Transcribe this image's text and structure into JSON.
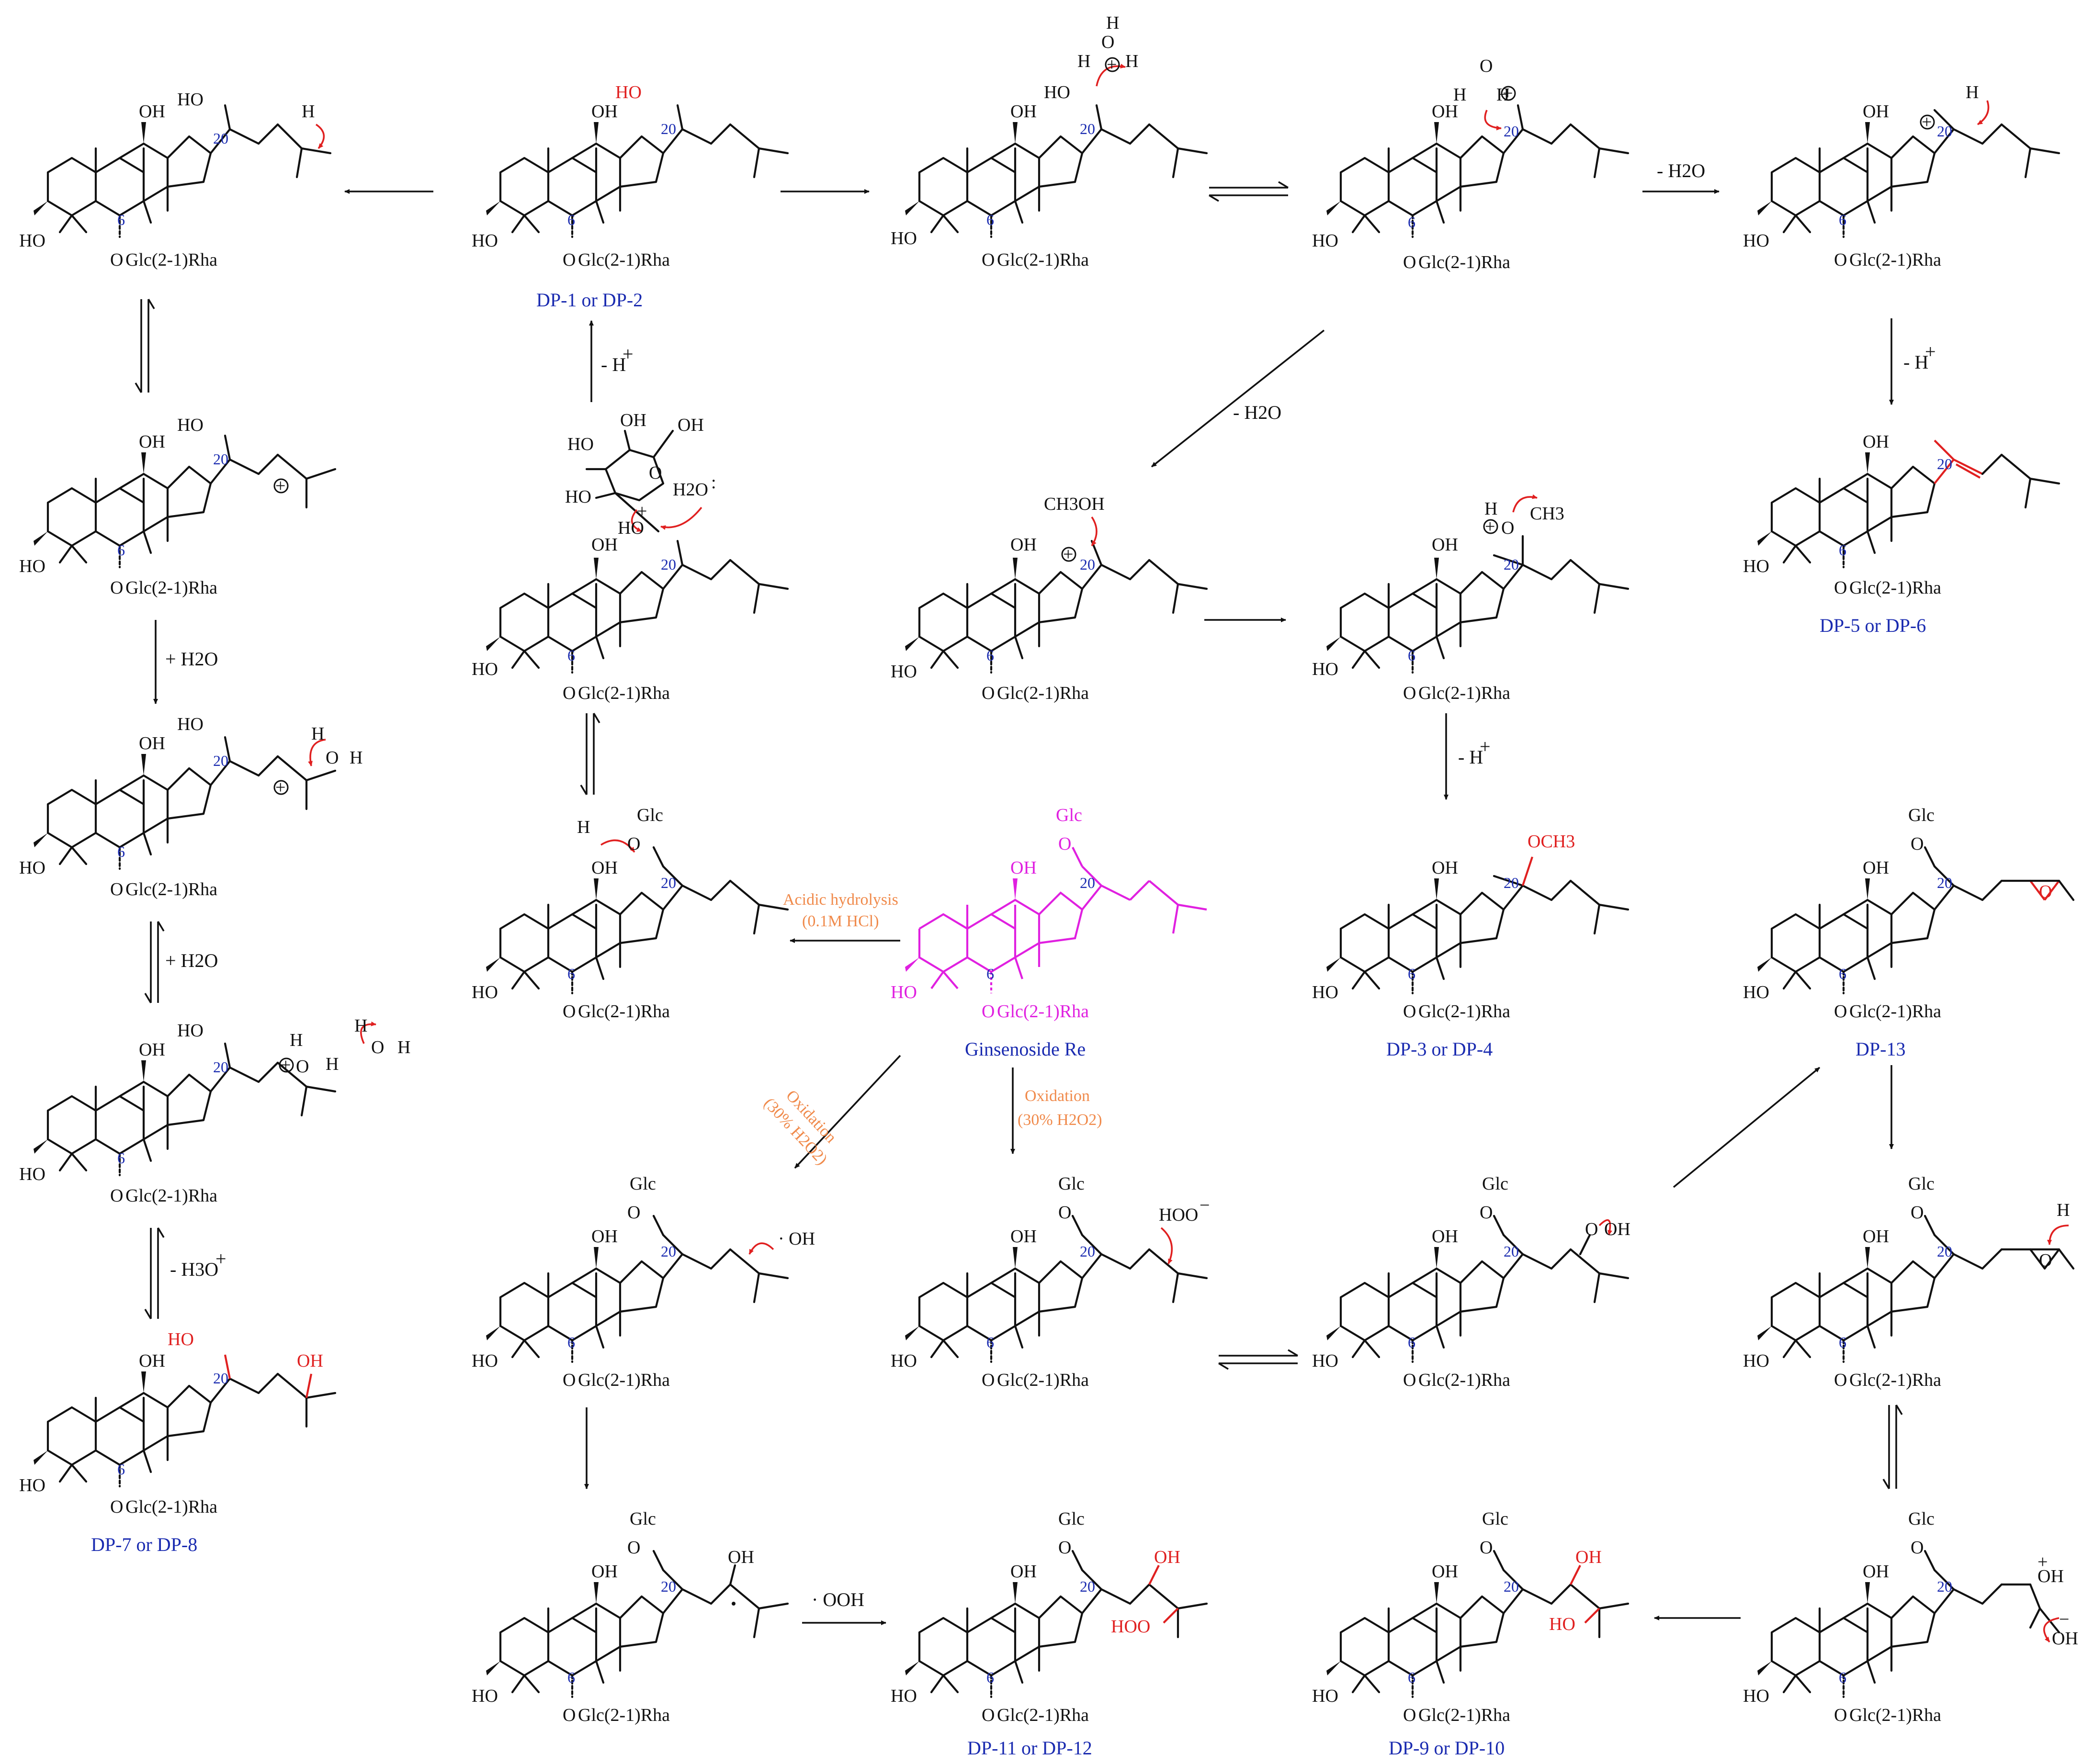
{
  "atoms": {
    "ho": "HO",
    "oh": "OH",
    "o": "O",
    "h": "H",
    "sugar": "Glc(2-1)Rha",
    "glc": "Glc",
    "c6": "6",
    "c20": "20",
    "och3": "OCH3",
    "ch3oh": "CH3OH",
    "ch3": "CH3",
    "hoo": "HOO",
    "ohrad": "· OH",
    "oohrad": "· OOH",
    "h2o": "H2O",
    "plus": "+",
    "minus": "−"
  },
  "conditions": {
    "minus_h": "- H",
    "minus_h2o": "- H2O",
    "plus_h2o": "+ H2O",
    "minus_h3o": "- H3O",
    "acid1": "Acidic hydrolysis",
    "acid2": "(0.1M HCl)",
    "ox1": "Oxidation",
    "ox2": "(30% H2O2)"
  },
  "captions": {
    "dp1": "DP-1 or DP-2",
    "dp5": "DP-5 or DP-6",
    "dp3": "DP-3 or DP-4",
    "dp13": "DP-13",
    "dp7": "DP-7 or DP-8",
    "dp11": "DP-11 or DP-12",
    "dp9": "DP-9 or DP-10",
    "re": "Ginsenoside Re"
  },
  "colors": {
    "ink": "#111111",
    "highlight": "#e02020",
    "parent": "#e020e0",
    "label_blue": "#1a2bb0",
    "condition_orange": "#f08a4b"
  }
}
